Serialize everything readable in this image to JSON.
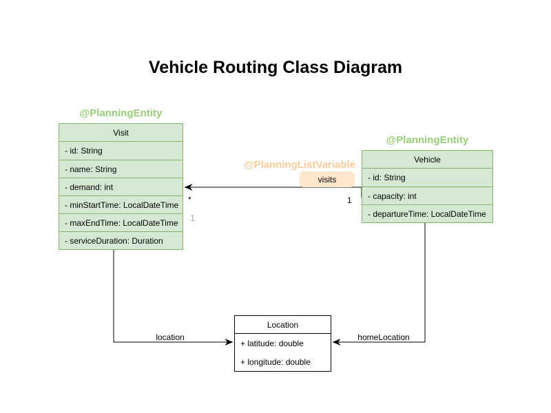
{
  "title": "Vehicle Routing Class Diagram",
  "annotations": {
    "visit": "@PlanningEntity",
    "vehicle": "@PlanningEntity",
    "list_variable": "@PlanningListVariable"
  },
  "classes": {
    "visit": {
      "name": "Visit",
      "attributes": [
        "- id: String",
        "- name: String",
        "- demand: int",
        "- minStartTime: LocalDateTime",
        "- maxEndTime: LocalDateTime",
        "- serviceDuration: Duration"
      ]
    },
    "vehicle": {
      "name": "Vehicle",
      "attributes": [
        "- id: String",
        "- capacity: int",
        "- departureTime: LocalDateTime"
      ]
    },
    "location": {
      "name": "Location",
      "attributes": [
        "+ latitude: double",
        "+ longitude: double"
      ]
    }
  },
  "edges": {
    "visits": {
      "label": "visits",
      "target_multiplicity": "*",
      "source_multiplicity": "1",
      "secondary_marker": "1"
    },
    "location": {
      "label": "location"
    },
    "home_location": {
      "label": "homeLocation"
    }
  },
  "colors": {
    "class_fill_green": "#d5e8d4",
    "class_border_green": "#82b366",
    "annotation_green": "#97d077",
    "annotation_orange": "#ffcc99",
    "label_fill_orange": "#ffe6cc",
    "secondary_marker_purple": "#b3a2c7",
    "connector_black": "#000000",
    "background": "#ffffff"
  }
}
